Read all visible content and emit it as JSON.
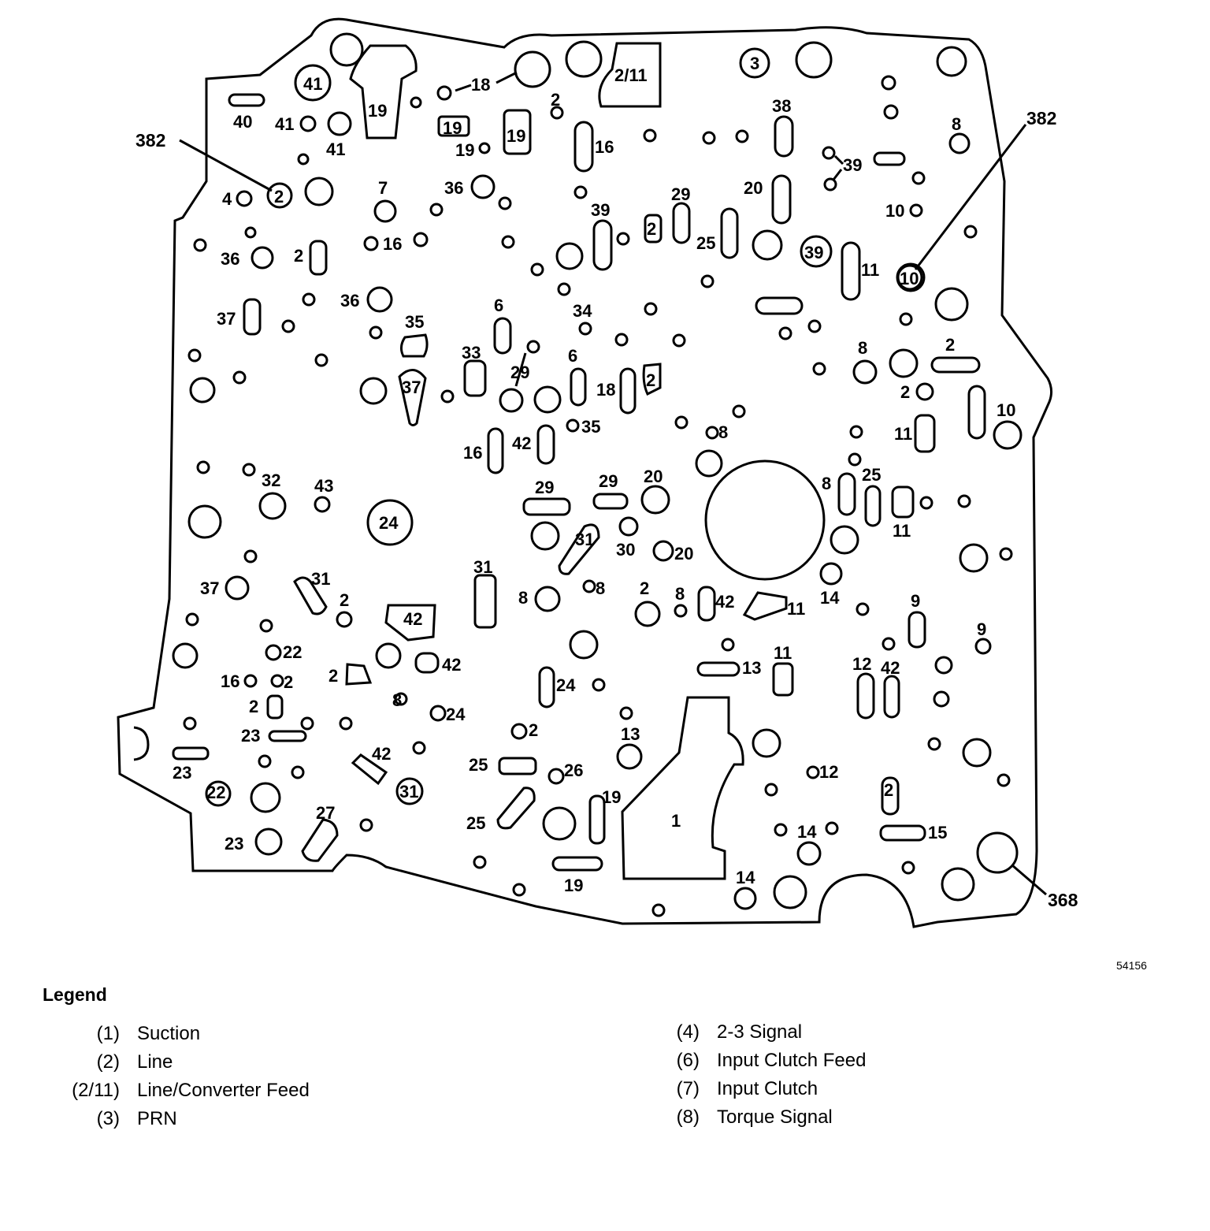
{
  "figure_id": "54156",
  "legend": {
    "title": "Legend",
    "left_column": [
      {
        "code": "(1)",
        "desc": "Suction"
      },
      {
        "code": "(2)",
        "desc": "Line"
      },
      {
        "code": "(2/11)",
        "desc": "Line/Converter Feed"
      },
      {
        "code": "(3)",
        "desc": "PRN"
      }
    ],
    "right_column": [
      {
        "code": "(4)",
        "desc": "2-3 Signal"
      },
      {
        "code": "(6)",
        "desc": "Input Clutch Feed"
      },
      {
        "code": "(7)",
        "desc": "Input Clutch"
      },
      {
        "code": "(8)",
        "desc": "Torque Signal"
      }
    ]
  },
  "callouts": {
    "c382_left": "382",
    "c382_right": "382",
    "c368": "368"
  },
  "labels": [
    "41",
    "19",
    "18",
    "2",
    "2/11",
    "3",
    "40",
    "41",
    "41",
    "19",
    "19",
    "19",
    "16",
    "38",
    "8",
    "382",
    "39",
    "2",
    "4",
    "7",
    "36",
    "29",
    "20",
    "10",
    "16",
    "39",
    "2",
    "25",
    "36",
    "2",
    "39",
    "11",
    "10",
    "36",
    "6",
    "34",
    "37",
    "35",
    "8",
    "2",
    "33",
    "6",
    "29",
    "18",
    "2",
    "37",
    "2",
    "10",
    "35",
    "11",
    "8",
    "16",
    "42",
    "8",
    "25",
    "29",
    "29",
    "20",
    "32",
    "43",
    "24",
    "31",
    "30",
    "20",
    "11",
    "37",
    "31",
    "31",
    "8",
    "8",
    "2",
    "8",
    "42",
    "11",
    "14",
    "2",
    "42",
    "9",
    "22",
    "42",
    "9",
    "2",
    "2",
    "24",
    "13",
    "11",
    "12",
    "42",
    "16",
    "2",
    "8",
    "24",
    "2",
    "23",
    "13",
    "42",
    "25",
    "26",
    "12",
    "23",
    "22",
    "31",
    "27",
    "19",
    "25",
    "1",
    "14",
    "15",
    "23",
    "2",
    "14",
    "19",
    "368"
  ]
}
